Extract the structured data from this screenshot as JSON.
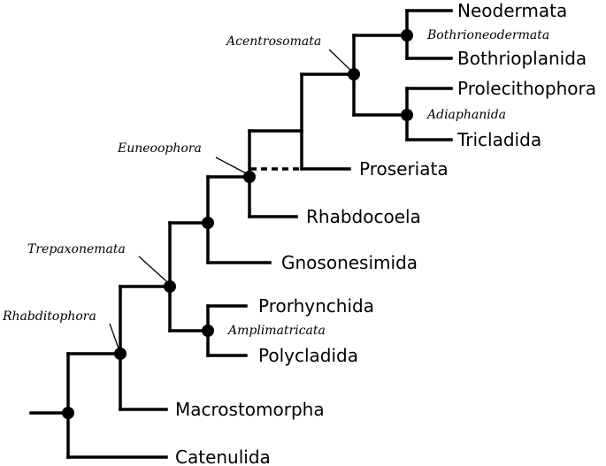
{
  "taxa": {
    "neodermata": "Neodermata",
    "bothrioplanida": "Bothrioplanida",
    "prolecithophora": "Prolecithophora",
    "tricladida": "Tricladida",
    "proseriata": "Proseriata",
    "rhabdocoela": "Rhabdocoela",
    "gnosonesimida": "Gnosonesimida",
    "prorhynchida": "Prorhynchida",
    "polycladida": "Polycladida",
    "macrostomorpha": "Macrostomorpha",
    "catenulida": "Catenulida"
  },
  "clades": {
    "acentrosomata": "Acentrosomata",
    "bothrioneodermata": "Bothrioneodermata",
    "adiaphanida": "Adiaphanida",
    "euneoophora": "Euneoophora",
    "trepaxonemata": "Trepaxonemata",
    "amplimatricata": "Amplimatricata",
    "rhabditophora": "Rhabditophora"
  }
}
